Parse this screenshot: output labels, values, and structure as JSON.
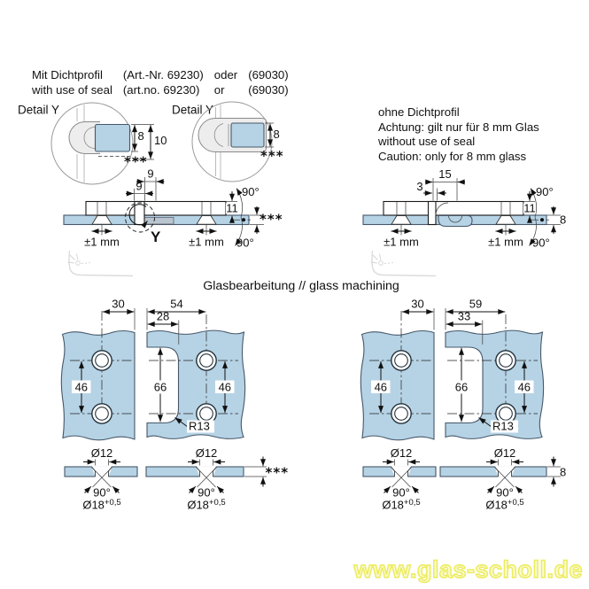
{
  "header": {
    "de": {
      "product": "Mit Dichtprofil",
      "art": "(Art.-Nr. 69230)",
      "or_word": "oder",
      "alt": "(69030)"
    },
    "en": {
      "product": "with use of seal",
      "art": "(art.no. 69230)",
      "or_word": "or",
      "alt": "(69030)"
    }
  },
  "notes": {
    "line1": "ohne Dichtprofil",
    "line2": "Achtung: gilt nur für 8 mm Glas",
    "line3": "without use of seal",
    "line4": "Caution: only for 8 mm glass"
  },
  "title": "Glasbearbeitung // glass machining",
  "watermark": "www.glas-scholl.de",
  "labels": {
    "detail_y": "Detail Y",
    "stars": "***",
    "y_marker": "Y",
    "pm1": "±1 mm",
    "deg90": "90°",
    "d3": "3",
    "d8": "8",
    "d9": "9",
    "d10": "10",
    "d11": "11",
    "d15": "15",
    "d28": "28",
    "d30": "30",
    "d33": "33",
    "d46": "46",
    "d54": "54",
    "d59": "59",
    "d66": "66",
    "r13": "R13",
    "dia12": "Ø12",
    "dia18": "Ø18",
    "dia18_tol": "+0,5"
  },
  "colors": {
    "glass": "#b6d3e5",
    "glass_edge": "#46586a",
    "seal_gray": "#bcbcbc",
    "line": "#111111",
    "watermark_fill": "#fafad2",
    "watermark_stroke": "#ecec5e"
  }
}
